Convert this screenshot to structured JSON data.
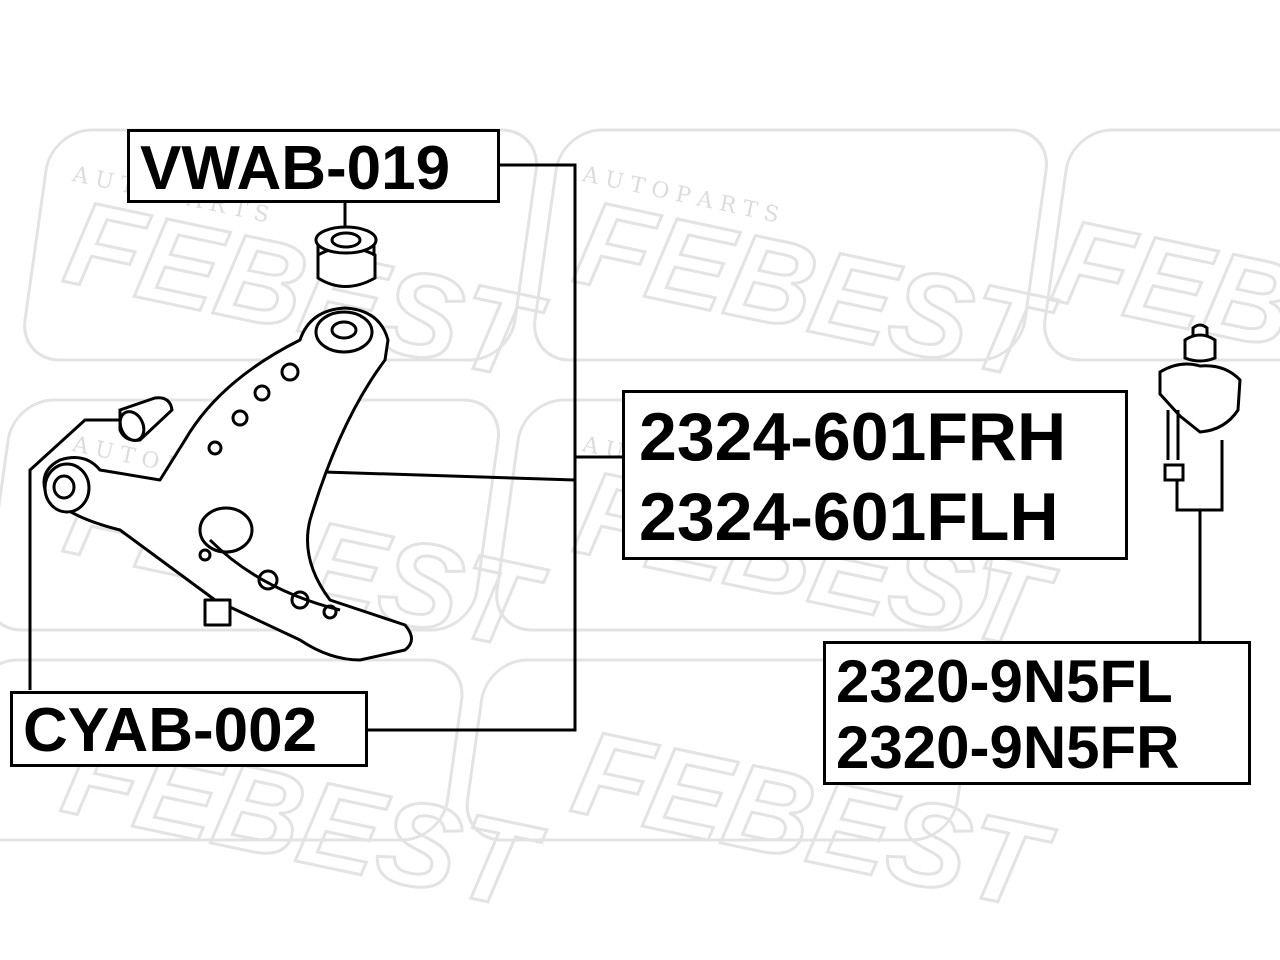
{
  "watermark": {
    "brand": "FEBEST",
    "tagline": "A U T O   P A R T S"
  },
  "parts": {
    "bushing_upper": {
      "label": "VWAB-019"
    },
    "control_arm": {
      "labels": [
        "2324-601FRH",
        "2324-601FLH"
      ]
    },
    "bushing_front": {
      "label": "CYAB-002"
    },
    "ball_joint": {
      "labels": [
        "2320-9N5FL",
        "2320-9N5FR"
      ]
    }
  },
  "colors": {
    "line": "#000000",
    "watermark": "#e6e6e6",
    "background": "#ffffff"
  }
}
